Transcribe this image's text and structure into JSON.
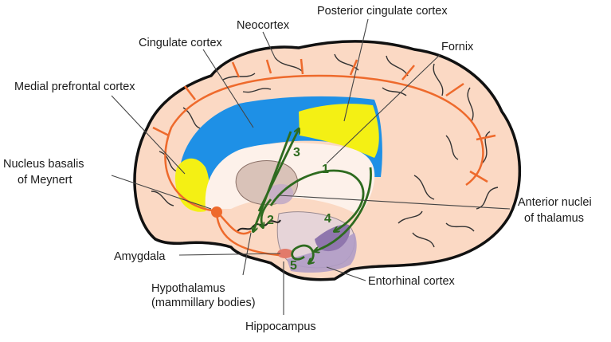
{
  "labels": {
    "neocortex": "Neocortex",
    "posterior_cingulate": "Posterior cingulate cortex",
    "cingulate": "Cingulate cortex",
    "fornix": "Fornix",
    "medial_prefrontal": "Medial prefrontal cortex",
    "nbm_line1": "Nucleus basalis",
    "nbm_line2": "of Meynert",
    "anterior_nuclei_line1": "Anterior nuclei",
    "anterior_nuclei_line2": "of thalamus",
    "amygdala": "Amygdala",
    "hypothalamus_line1": "Hypothalamus",
    "hypothalamus_line2": "(mammillary bodies)",
    "entorhinal": "Entorhinal cortex",
    "hippocampus": "Hippocampus"
  },
  "pathway_numbers": [
    "1",
    "2",
    "3",
    "4",
    "5"
  ],
  "colors": {
    "brain_fill": "#fbd9c4",
    "brain_outline": "#111111",
    "cingulate_blue": "#1e90e6",
    "cingulate_yellow": "#f4f014",
    "cholinergic_orange": "#ee6a2c",
    "circuit_green": "#2e6b1f",
    "thalamus_fill": "#d9c2b8",
    "entorhinal_purple": "#b09cc6",
    "hippocampus_purple": "#8f76ad",
    "leader_line": "#444444"
  }
}
